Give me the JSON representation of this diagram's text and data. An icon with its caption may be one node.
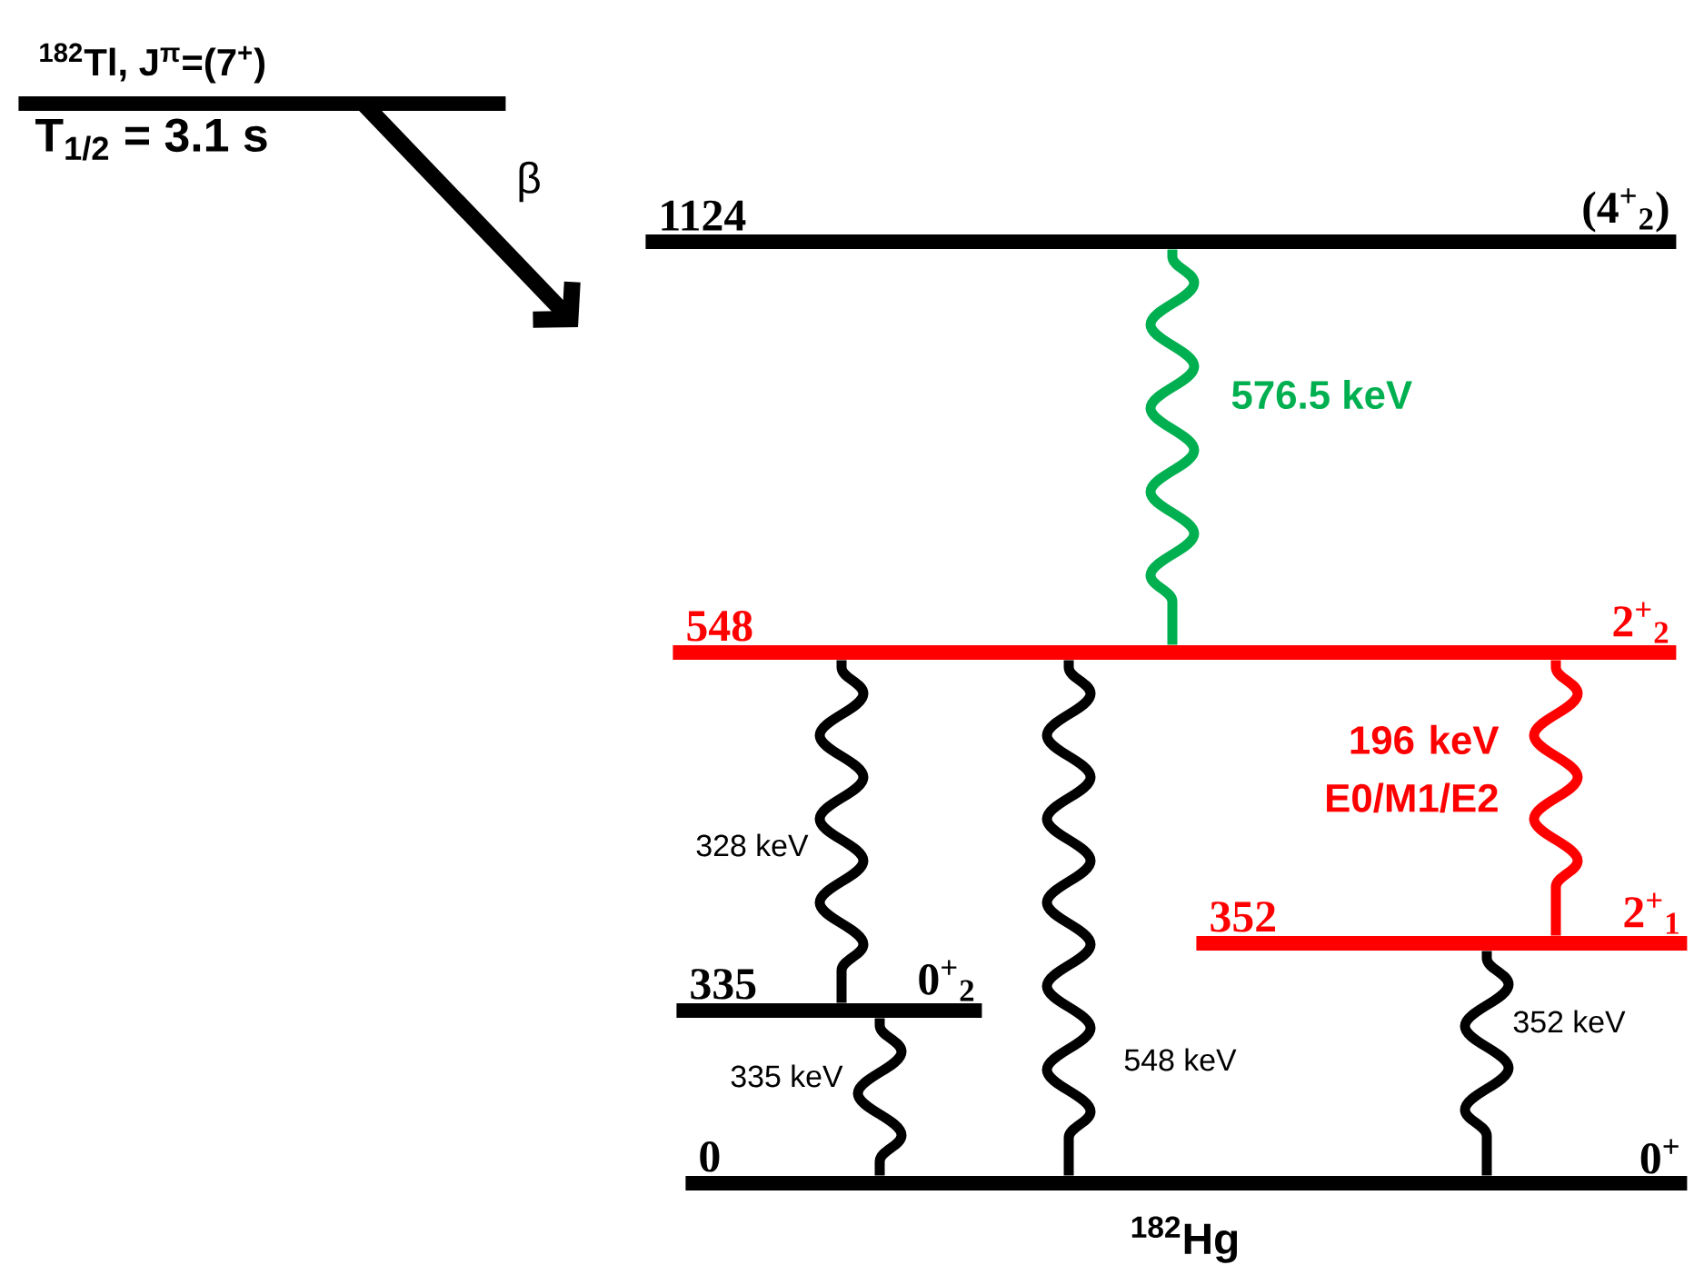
{
  "diagram": {
    "nodes": [
      {
        "text": [
          "$^{182}$Tl, J$^{π}$=(7$^{+}$)",
          "T$_{1/2}$ = 3.1 s"
        ]
      },
      {
        "text": [
          "1124",
          "(4$^{+}$$_{2}$)"
        ]
      },
      {
        "text": [
          "548",
          "2$^{+}$$_{2}$"
        ]
      },
      {
        "text": [
          "352",
          "2$^{+}$$_{1}$"
        ]
      },
      {
        "text": [
          "335",
          "0$^{+}$$_{2}$"
        ]
      },
      {
        "text": [
          "0",
          "0$^{+}$"
        ]
      }
    ],
    "edges": [
      {
        "from": 0,
        "to": null,
        "arrow": "to",
        "label": "β"
      },
      {
        "from": 1,
        "to": 2,
        "arrow": "none",
        "label": "576.5 keV",
        "color": "#00b050"
      },
      {
        "from": 2,
        "to": 3,
        "arrow": "none",
        "label": "196 keV E0/M1/E2",
        "color": "#ff0000"
      },
      {
        "from": 2,
        "to": 4,
        "arrow": "none",
        "label": "328 keV"
      },
      {
        "from": 2,
        "to": 5,
        "arrow": "none",
        "label": "548 keV"
      },
      {
        "from": 3,
        "to": 5,
        "arrow": "none",
        "label": "352 keV"
      },
      {
        "from": 4,
        "to": 5,
        "arrow": "none",
        "label": "335 keV"
      }
    ],
    "labels": [
      "$^{182}$Hg"
    ]
  }
}
